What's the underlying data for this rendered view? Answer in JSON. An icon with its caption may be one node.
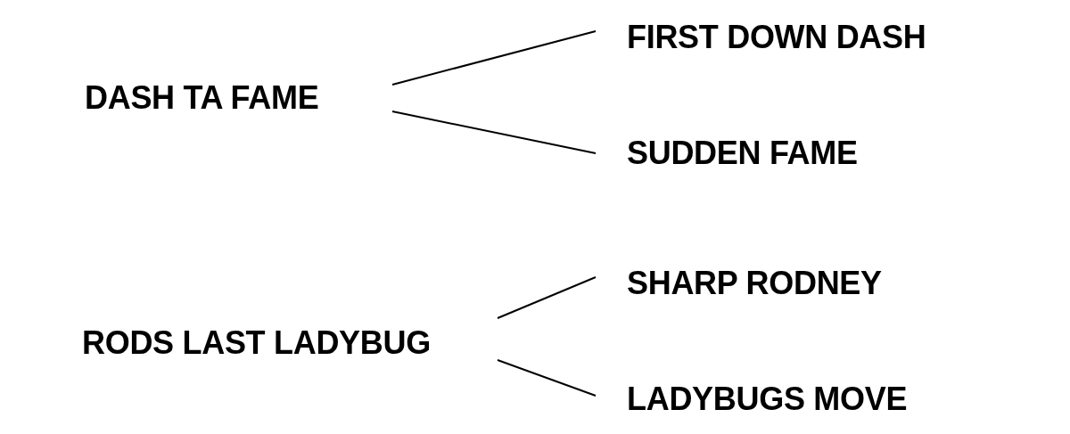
{
  "diagram": {
    "nodes": [
      {
        "text": [
          "DASH TA FAME"
        ]
      },
      {
        "text": [
          "FIRST DOWN DASH"
        ]
      },
      {
        "text": [
          "SUDDEN FAME"
        ]
      },
      {
        "text": [
          "RODS LAST LADYBUG"
        ]
      },
      {
        "text": [
          "SHARP RODNEY"
        ]
      },
      {
        "text": [
          "LADYBUGS MOVE"
        ]
      }
    ],
    "edges": [
      {
        "from": 0,
        "to": 1,
        "arrow": "none"
      },
      {
        "from": 0,
        "to": 2,
        "arrow": "none"
      },
      {
        "from": 3,
        "to": 4,
        "arrow": "none"
      },
      {
        "from": 3,
        "to": 5,
        "arrow": "none"
      }
    ]
  }
}
